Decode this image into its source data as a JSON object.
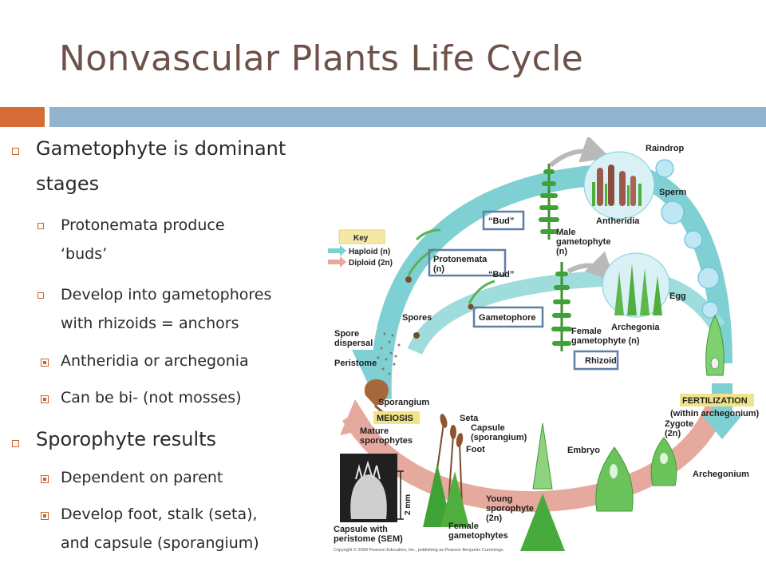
{
  "slide": {
    "title": "Nonvascular Plants Life Cycle"
  },
  "bullets": {
    "l1_gametophyte_a": "Gametophyte is dominant",
    "l1_gametophyte_b": "stages",
    "l2_protonemata_a": "Protonemata produce",
    "l2_protonemata_b": "‘buds’",
    "l2_develop_a": "Develop into gametophores",
    "l2_develop_b": "with rhizoids = anchors",
    "l3_antheridia": "Antheridia or archegonia",
    "l3_bi": "Can be bi- (not mosses)",
    "l1_sporophyte": "Sporophyte results",
    "l3_dependent": "Dependent on parent",
    "l3_foot_a": "Develop foot, stalk (seta),",
    "l3_foot_b": "and capsule (sporangium)"
  },
  "diagram": {
    "key_title": "Key",
    "key_haploid": "Haploid (n)",
    "key_diploid": "Diploid (2n)",
    "raindrop": "Raindrop",
    "sperm": "Sperm",
    "antheridia": "Antheridia",
    "bud_1": "“Bud”",
    "bud_2": "“Bud”",
    "male_gametophyte_a": "Male",
    "male_gametophyte_b": "gametophyte",
    "male_gametophyte_c": "(n)",
    "protonemata_a": "Protonemata",
    "protonemata_b": "(n)",
    "egg": "Egg",
    "spores": "Spores",
    "gametophore": "Gametophore",
    "archegonia": "Archegonia",
    "female_gametophyte_a": "Female",
    "female_gametophyte_b": "gametophyte (n)",
    "rhizoid": "Rhizoid",
    "spore_dispersal_a": "Spore",
    "spore_dispersal_b": "dispersal",
    "peristome": "Peristome",
    "sporangium": "Sporangium",
    "meiosis": "MEIOSIS",
    "fertilization": "FERTILIZATION",
    "within_archegonium": "(within archegonium)",
    "seta": "Seta",
    "capsule_a": "Capsule",
    "capsule_b": "(sporangium)",
    "foot": "Foot",
    "mature_sporophytes_a": "Mature",
    "mature_sporophytes_b": "sporophytes",
    "zygote_a": "Zygote",
    "zygote_b": "(2n)",
    "embryo": "Embryo",
    "archegonium": "Archegonium",
    "young_sporophyte_a": "Young",
    "young_sporophyte_b": "sporophyte",
    "young_sporophyte_c": "(2n)",
    "scale_2mm": "2 mm",
    "capsule_sem_a": "Capsule with",
    "capsule_sem_b": "peristome (SEM)",
    "female_gametophytes_a": "Female",
    "female_gametophytes_b": "gametophytes",
    "copyright": "Copyright © 2008 Pearson Education, Inc., publishing as Pearson Benjamin Cummings."
  },
  "colors": {
    "title": "#6e5149",
    "accent_orange": "#d66c38",
    "accent_blue": "#92b4cf",
    "haploid_arrow": "#7fd0d2",
    "diploid_arrow": "#e6a99d",
    "callout_border": "#5e7fa6",
    "key_fill": "#f4e8a6",
    "phase_label_fill": "#f1e38a"
  }
}
